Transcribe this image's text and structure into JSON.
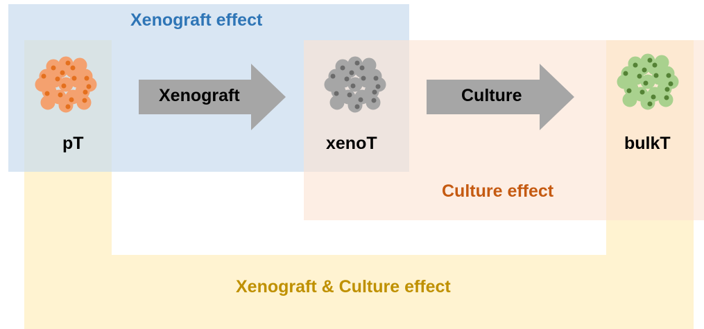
{
  "regions": {
    "xenograft_effect": {
      "label": "Xenograft effect",
      "color": "#2E75B6"
    },
    "culture_effect": {
      "label": "Culture effect",
      "color": "#C55A11"
    },
    "combined_effect": {
      "label": "Xenograft & Culture effect",
      "color": "#BF9000"
    }
  },
  "stages": [
    {
      "id": "pT",
      "label": "pT",
      "cell_color": "#F4A16F",
      "nucleus_color": "#E4701E"
    },
    {
      "id": "xenoT",
      "label": "xenoT",
      "cell_color": "#A6A6A6",
      "nucleus_color": "#6B6B6B"
    },
    {
      "id": "bulkT",
      "label": "bulkT",
      "cell_color": "#A9D18E",
      "nucleus_color": "#548235"
    }
  ],
  "arrows": [
    {
      "label": "Xenograft"
    },
    {
      "label": "Culture"
    }
  ],
  "colors": {
    "blue_fill": "#DAE6F2",
    "yellow_fill": "#FFF2CC",
    "peach_fill": "#FBE5D6",
    "arrow_fill": "#A6A6A6"
  }
}
